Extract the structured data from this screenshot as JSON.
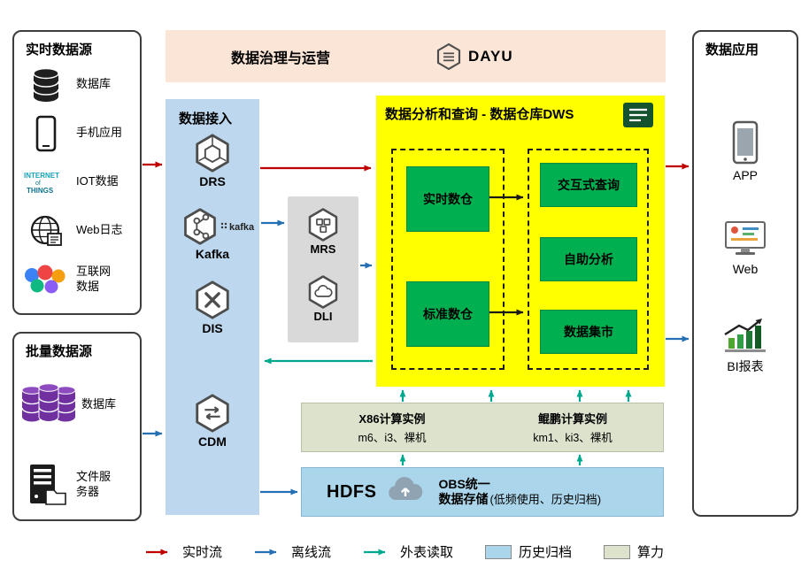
{
  "colors": {
    "realtime_flow": "#C00000",
    "offline_flow": "#2470B3",
    "external_read": "#00A88E",
    "archive_fill": "#ABD5EA",
    "compute_fill": "#DCE2CC",
    "dws_fill": "#FFFF00",
    "service_green": "#00B050",
    "ingest_fill": "#BDD7EE",
    "banner_fill": "#FBE5D6",
    "staging_fill": "#D9D9D9"
  },
  "realtime_sources": {
    "title": "实时数据源",
    "items": [
      {
        "label": "数据库",
        "icon": "database-icon"
      },
      {
        "label": "手机应用",
        "icon": "phone-icon"
      },
      {
        "label": "IOT数据",
        "icon": "iot-icon"
      },
      {
        "label": "Web日志",
        "icon": "web-log-icon"
      },
      {
        "label": "互联网数据",
        "icon": "internet-data-icon"
      }
    ]
  },
  "batch_sources": {
    "title": "批量数据源",
    "items": [
      {
        "label": "数据库",
        "icon": "purple-database-icon"
      },
      {
        "label": "文件服务器",
        "icon": "file-server-icon"
      }
    ]
  },
  "governance": {
    "title": "数据治理与运营",
    "logo_text": "DAYU",
    "logo_icon": "dayu-hexagon-icon"
  },
  "ingestion": {
    "title": "数据接入",
    "items": [
      {
        "label": "DRS",
        "icon": "drs-hexagon-icon"
      },
      {
        "label": "Kafka",
        "icon": "kafka-hexagon-icon",
        "side_logo": "kafka"
      },
      {
        "label": "DIS",
        "icon": "dis-hexagon-icon"
      },
      {
        "label": "CDM",
        "icon": "cdm-hexagon-icon"
      }
    ]
  },
  "staging": {
    "items": [
      {
        "label": "MRS",
        "icon": "mrs-hexagon-icon"
      },
      {
        "label": "DLI",
        "icon": "dli-hexagon-icon"
      }
    ]
  },
  "dws": {
    "title": "数据分析和查询 - 数据仓库DWS",
    "title_icon": "report-document-icon",
    "left_boxes": [
      "实时数仓",
      "标准数仓"
    ],
    "right_boxes": [
      "交互式查询",
      "自助分析",
      "数据集市"
    ]
  },
  "compute": {
    "x86": {
      "title": "X86计算实例",
      "subtitle": "m6、i3、裸机"
    },
    "kunpeng": {
      "title": "鲲鹏计算实例",
      "subtitle": "km1、ki3、裸机"
    }
  },
  "storage": {
    "hdfs_label": "HDFS",
    "obs_icon": "cloud-upload-icon",
    "obs_line1": "OBS统一",
    "obs_line2": "数据存储",
    "obs_note": "(低频使用、历史归档)"
  },
  "applications": {
    "title": "数据应用",
    "items": [
      {
        "label": "APP",
        "icon": "app-phone-icon"
      },
      {
        "label": "Web",
        "icon": "web-monitor-icon"
      },
      {
        "label": "BI报表",
        "icon": "bi-chart-icon"
      }
    ]
  },
  "legend": {
    "realtime": "实时流",
    "offline": "离线流",
    "external": "外表读取",
    "archive": "历史归档",
    "compute": "算力"
  }
}
